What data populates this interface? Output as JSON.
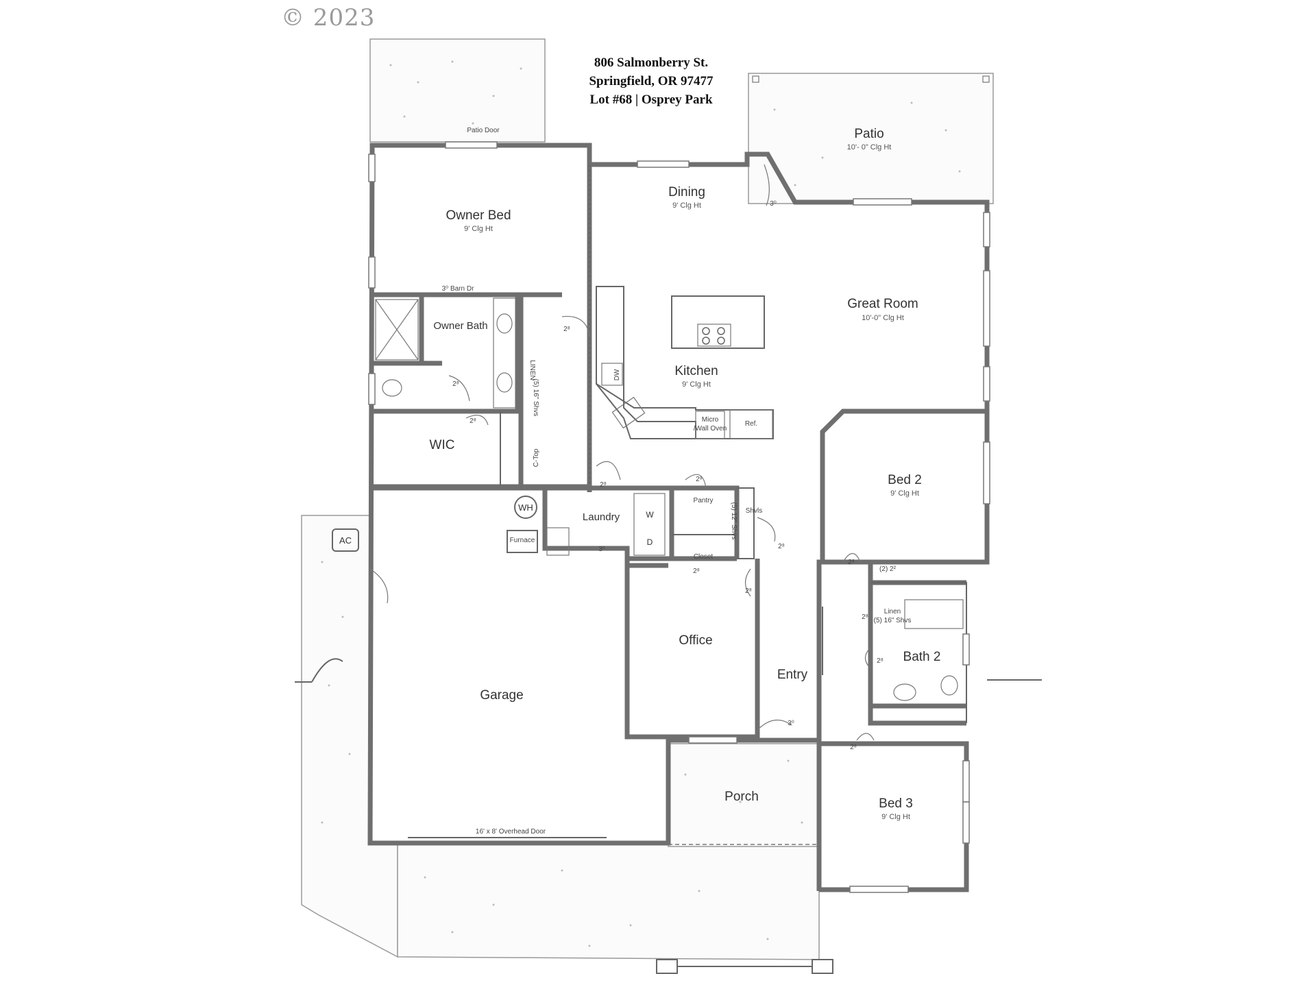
{
  "copyright": "© 2023",
  "address": {
    "line1": "806 Salmonberry St.",
    "line2": "Springfield, OR 97477",
    "line3": "Lot #68 | Osprey Park"
  },
  "rooms": {
    "owner_bed": {
      "name": "Owner Bed",
      "ceiling": "9' Clg Ht"
    },
    "owner_bath": {
      "name": "Owner Bath"
    },
    "wic": {
      "name": "WIC"
    },
    "dining": {
      "name": "Dining",
      "ceiling": "9' Clg Ht"
    },
    "kitchen": {
      "name": "Kitchen",
      "ceiling": "9' Clg Ht"
    },
    "great_room": {
      "name": "Great Room",
      "ceiling": "10'-0\" Clg Ht"
    },
    "patio": {
      "name": "Patio",
      "ceiling": "10'- 0\" Clg Ht"
    },
    "bed2": {
      "name": "Bed 2",
      "ceiling": "9' Clg Ht"
    },
    "bath2": {
      "name": "Bath 2"
    },
    "bed3": {
      "name": "Bed 3",
      "ceiling": "9' Clg Ht"
    },
    "laundry": {
      "name": "Laundry"
    },
    "office": {
      "name": "Office"
    },
    "entry": {
      "name": "Entry"
    },
    "garage": {
      "name": "Garage"
    },
    "porch": {
      "name": "Porch"
    }
  },
  "labels": {
    "patio_door": "Patio Door",
    "barn_door": "3⁰ Barn Dr",
    "linen": "LINEN",
    "shelves": "(5) 16\" Shvs",
    "ctop": "C-Top",
    "wh": "WH",
    "ac": "AC",
    "furnace": "Furnace",
    "pantry": "Pantry",
    "closet": "Closet",
    "shelves_small": "Shvls",
    "shelves_12": "(5) 12\" Shvs",
    "micro": "Micro",
    "wall_oven": "/Wall Oven",
    "ref": "Ref.",
    "dw": "DW",
    "washer": "W",
    "dryer": "D",
    "linen2": "Linen",
    "linen2_shelves": "(5) 16\" Shvs",
    "overhead_door": "16' x 8' Overhead Door",
    "door_2_8": "2⁸",
    "door_3_0": "3⁰",
    "door_double_2_2": "(2) 2²"
  }
}
